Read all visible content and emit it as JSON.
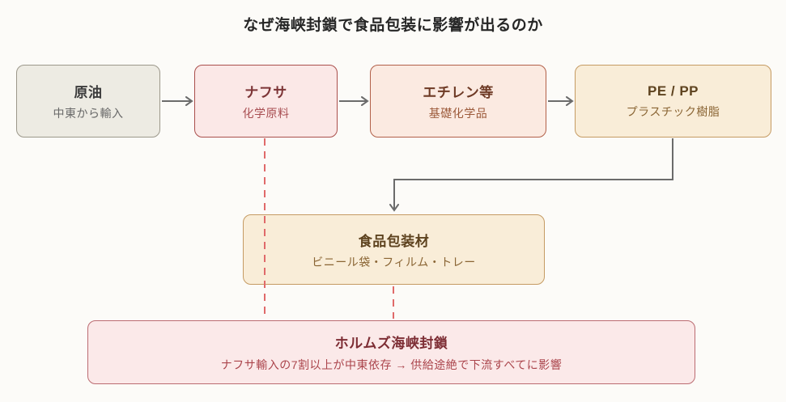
{
  "title": "なぜ海峡封鎖で食品包装に影響が出るのか",
  "nodes": {
    "crude": {
      "label": "原油",
      "sublabel": "中東から輸入"
    },
    "naphtha": {
      "label": "ナフサ",
      "sublabel": "化学原料"
    },
    "ethylene": {
      "label": "エチレン等",
      "sublabel": "基礎化学品"
    },
    "pepp": {
      "label": "PE / PP",
      "sublabel": "プラスチック樹脂"
    },
    "packaging": {
      "label": "食品包装材",
      "sublabel": "ビニール袋・フィルム・トレー"
    },
    "hormuz": {
      "label": "ホルムズ海峡封鎖",
      "sublabel": "ナフサ輸入の7割以上が中東依存 → 供給途絶で下流すべてに影響"
    }
  },
  "connectors": {
    "flow_arrow_color": "#6b6b6b",
    "disruption_dash_color": "#e06a6a"
  },
  "colors": {
    "page_background": "#fcfbf8",
    "crude_bg": "#edebe3",
    "crude_border": "#9c988b",
    "naphtha_bg": "#fbe8e7",
    "naphtha_border": "#aa4f4c",
    "ethylene_bg": "#fbeae1",
    "ethylene_border": "#b26049",
    "resin_bg": "#f9edd8",
    "resin_border": "#c59b63",
    "hormuz_bg": "#fbe9e9",
    "hormuz_border": "#bb6b71"
  }
}
